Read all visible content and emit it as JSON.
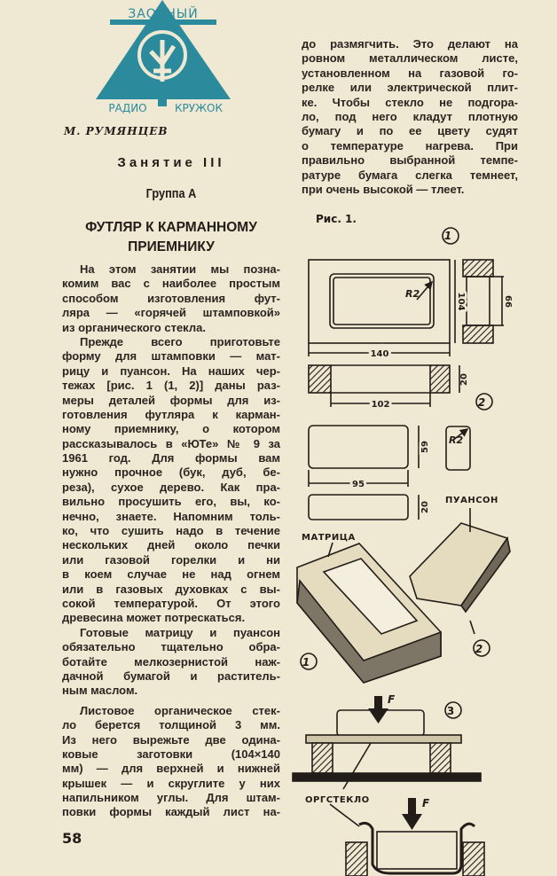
{
  "logo": {
    "top_text": "ЗАОЧНЫЙ",
    "bottom_text_left": "РАДИО",
    "bottom_text_right": "КРУЖОК",
    "color": "#2b8b9c"
  },
  "author": "М. РУМЯНЦЕВ",
  "lesson": "Занятие III",
  "group": "Группа А",
  "title_lines": [
    "ФУТЛЯР К КАРМАННОМУ",
    "ПРИЕМНИКУ"
  ],
  "left_column": [
    {
      "t": "На этом занятии мы позна-",
      "ind": true
    },
    {
      "t": "комим вас с наиболее простым"
    },
    {
      "t": "способом изготовления фут-"
    },
    {
      "t": "ляра — «горячей штамповкой»"
    },
    {
      "t": "из органического стекла.",
      "last": true
    },
    {
      "t": "Прежде всего приготовьте",
      "ind": true
    },
    {
      "t": "форму для штамповки — мат-"
    },
    {
      "t": "рицу и пуансон. На наших чер-"
    },
    {
      "t": "тежах [рис. 1 (1, 2)] даны раз-"
    },
    {
      "t": "меры деталей формы для из-"
    },
    {
      "t": "готовления футляра к карман-"
    },
    {
      "t": "ному приемнику, о котором"
    },
    {
      "t": "рассказывалось в «ЮТе» № 9 за"
    },
    {
      "t": "1961 год. Для формы вам"
    },
    {
      "t": "нужно прочное (бук, дуб, бе-"
    },
    {
      "t": "реза), сухое дерево. Как пра-"
    },
    {
      "t": "вильно просушить его, вы, ко-"
    },
    {
      "t": "нечно, знаете. Напомним толь-"
    },
    {
      "t": "ко, что сушить надо в течение"
    },
    {
      "t": "нескольких дней около печки"
    },
    {
      "t": "или газовой горелки и ни"
    },
    {
      "t": "в коем случае не над огнем"
    },
    {
      "t": "или в газовых духовках с вы-"
    },
    {
      "t": "сокой температурой. От этого"
    },
    {
      "t": "древесина может потрескаться.",
      "last": true
    },
    {
      "t": "Готовые матрицу и пуансон",
      "ind": true
    },
    {
      "t": "обязательно тщательно обра-"
    },
    {
      "t": "ботайте мелкозернистой наж-"
    },
    {
      "t": "дачной бумагой и раститель-"
    },
    {
      "t": "ным маслом.",
      "last": true,
      "gap": true
    },
    {
      "t": "Листовое органическое стек-",
      "ind": true
    },
    {
      "t": "ло берется толщиной 3 мм."
    },
    {
      "t": "Из него вырежьте две одина-"
    },
    {
      "t": "ковые заготовки (104×140"
    },
    {
      "t": "мм) — для верхней и нижней"
    },
    {
      "t": "крышек — и скруглите у них"
    },
    {
      "t": "напильником углы. Для штам-"
    },
    {
      "t": "повки формы каждый лист на-"
    }
  ],
  "right_column": [
    {
      "t": "до размягчить. Это делают на"
    },
    {
      "t": "ровном металлическом листе,"
    },
    {
      "t": "установленном на газовой го-"
    },
    {
      "t": "релке или электрической плит-"
    },
    {
      "t": "ке. Чтобы стекло не подгора-"
    },
    {
      "t": "ло, под него кладут плотную"
    },
    {
      "t": "бумагу и по ее цвету судят"
    },
    {
      "t": "о температуре нагрева. При"
    },
    {
      "t": "правильно выбранной темпе-"
    },
    {
      "t": "ратуре бумага слегка темнеет,"
    },
    {
      "t": "при очень высокой — тлеет.",
      "last": true
    }
  ],
  "figure": {
    "caption": "Рис. 1.",
    "markers": [
      "1",
      "2",
      "1",
      "2",
      "3"
    ],
    "dims": {
      "length": "140",
      "width": "104",
      "inner_depth": "66",
      "height": "20",
      "inner_length": "102",
      "punch_length": "95",
      "punch_width": "59",
      "punch_height": "20",
      "radius": "R2",
      "radius2": "R2"
    },
    "labels": {
      "punch": "ПУАНСОН",
      "matrix": "МАТРИЦА",
      "plexiglass": "ОРГСТЕКЛО",
      "force": "F",
      "force2": "F"
    }
  },
  "page_number": "58"
}
